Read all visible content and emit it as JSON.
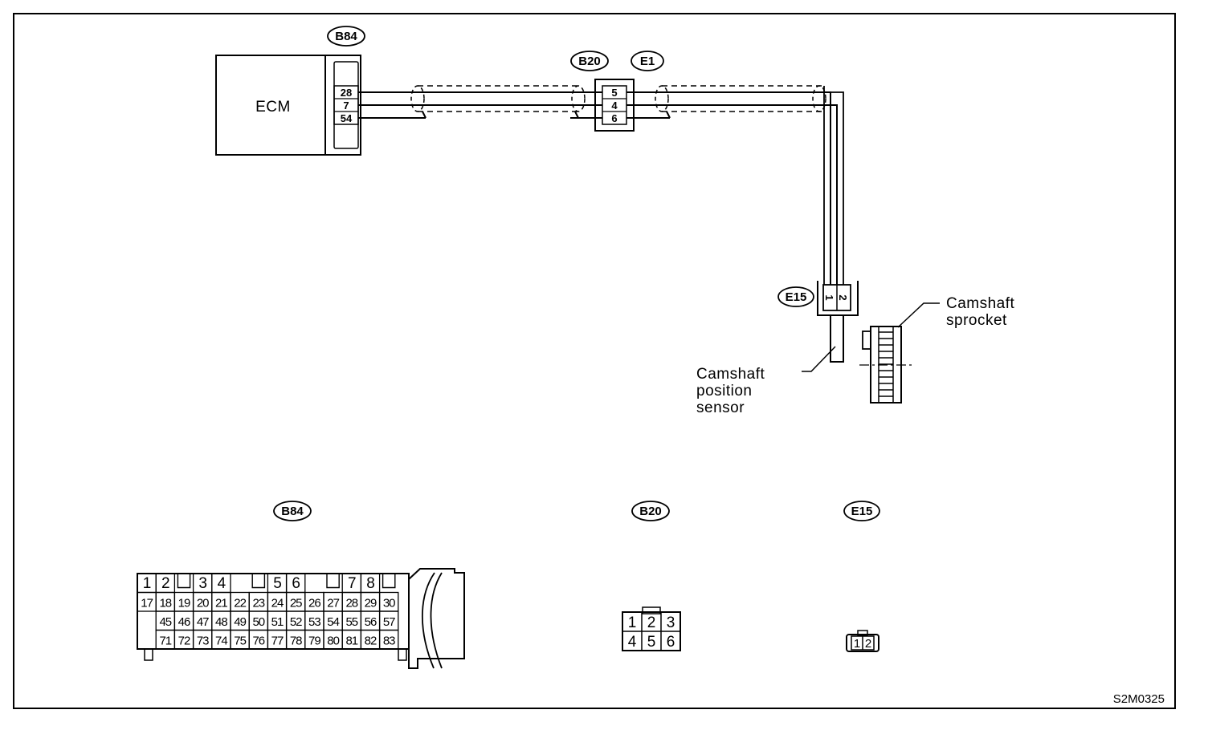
{
  "ecm": {
    "label": "ECM",
    "connector_tag": "B84",
    "pins": [
      "28",
      "7",
      "54"
    ]
  },
  "joint": {
    "left_tag": "B20",
    "right_tag": "E1",
    "pins": [
      "5",
      "4",
      "6"
    ]
  },
  "sensor": {
    "connector_tag": "E15",
    "pins": [
      "1",
      "2"
    ],
    "label_lines": [
      "Camshaft",
      "position",
      "sensor"
    ]
  },
  "sprocket": {
    "label_lines": [
      "Camshaft",
      "sprocket"
    ]
  },
  "connector_views": {
    "b84": {
      "tag": "B84",
      "row1": [
        "1",
        "2",
        "3",
        "4",
        "5",
        "6",
        "7",
        "8"
      ],
      "row2": [
        "17",
        "18",
        "19",
        "20",
        "21",
        "22",
        "23",
        "24",
        "25",
        "26",
        "27",
        "28",
        "29",
        "30"
      ],
      "row3": [
        "45",
        "46",
        "47",
        "48",
        "49",
        "50",
        "51",
        "52",
        "53",
        "54",
        "55",
        "56",
        "57"
      ],
      "row4": [
        "71",
        "72",
        "73",
        "74",
        "75",
        "76",
        "77",
        "78",
        "79",
        "80",
        "81",
        "82",
        "83"
      ]
    },
    "b20": {
      "tag": "B20",
      "pins": [
        "1",
        "2",
        "3",
        "4",
        "5",
        "6"
      ]
    },
    "e15": {
      "tag": "E15",
      "pins": [
        "1",
        "2"
      ]
    }
  },
  "figure_code": "S2M0325"
}
